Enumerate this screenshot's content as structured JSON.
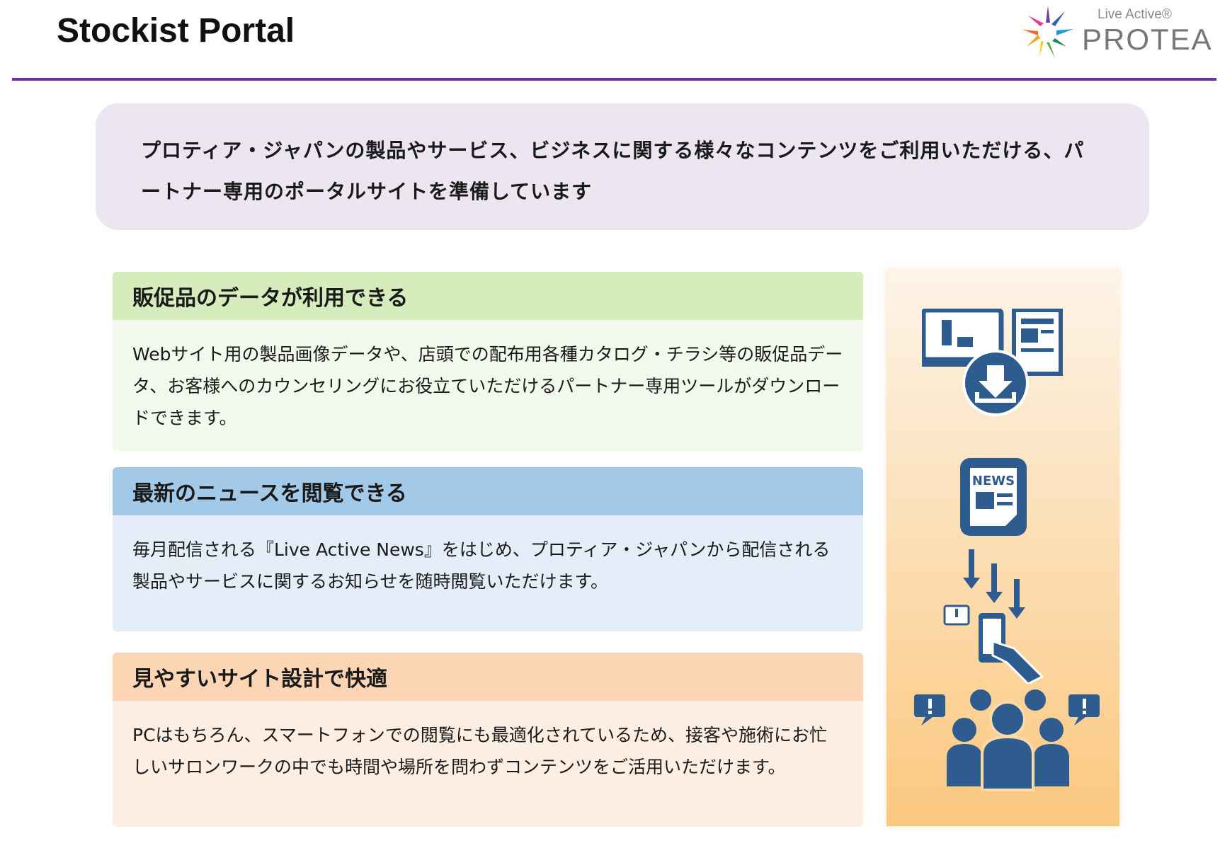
{
  "header": {
    "title": "Stockist Portal",
    "logo_tagline": "Live Active®",
    "logo_brand": "PROTEA"
  },
  "intro": {
    "text": "プロティア・ジャパンの製品やサービス、ビジネスに関する様々なコンテンツをご利用いただける、パートナー専用のポータルサイトを準備しています"
  },
  "sections": [
    {
      "heading": "販促品のデータが利用できる",
      "body": "Webサイト用の製品画像データや、店頭での配布用各種カタログ・チラシ等の販促品データ、お客様へのカウンセリングにお役立ていただけるパートナー専用ツールがダウンロードできます。"
    },
    {
      "heading": "最新のニュースを閲覧できる",
      "body": "毎月配信される『Live Active News』をはじめ、プロティア・ジャパンから配信される製品やサービスに関するお知らせを随時閲覧いただけます。"
    },
    {
      "heading": "見やすいサイト設計で快適",
      "body": "PCはもちろん、スマートフォンでの閲覧にも最適化されているため、接客や施術にお忙しいサロンワークの中でも時間や場所を問わずコンテンツをご活用いただけます。"
    }
  ],
  "panel": {
    "news_label": "NEWS"
  },
  "colors": {
    "accent": "#7030a0",
    "icon": "#2e5c8e"
  }
}
